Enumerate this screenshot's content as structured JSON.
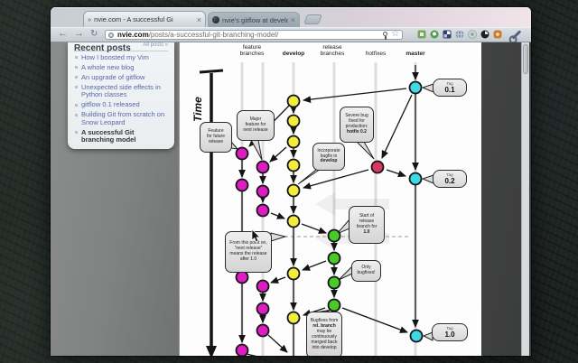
{
  "window": {
    "tabs": [
      {
        "prefix": "»",
        "title": "nvie.com - A successful Gi",
        "close": "×"
      },
      {
        "title": "nvie's gitflow at develop ·",
        "close": "×"
      }
    ],
    "toolbar": {
      "back": "←",
      "forward": "→",
      "reload": "↻",
      "star": "☆",
      "url": {
        "domain": "nvie.com",
        "path": "/posts/a-successful-git-branching-model/"
      },
      "extension_icons": [
        {
          "name": "extension-green-page",
          "color": "#76a656"
        },
        {
          "name": "extension-green-chat",
          "color": "#4d9e4d"
        },
        {
          "name": "extension-blue-grid",
          "color": "#31436b"
        },
        {
          "name": "extension-globe",
          "color": "#7f96aa"
        },
        {
          "name": "extension-grey-circle",
          "color": "#cbd4d9"
        },
        {
          "name": "extension-black-swirl",
          "color": "#1f1f1f"
        },
        {
          "name": "extension-orange",
          "color": "#cf7a28"
        }
      ]
    }
  },
  "sidebar": {
    "heading": "Recent posts",
    "all_posts_link": "All posts »",
    "items": [
      "How I boosted my Vim",
      "A whole new blog",
      "An upgrade of gitflow",
      "Unexpected side effects in Python classes",
      "gitflow 0.1 released",
      "Building Git from scratch on Snow Leopard",
      "A successful Git branching model"
    ],
    "active_item": "A successful Git branching model"
  },
  "diagram": {
    "time_label": "Time",
    "columns": {
      "feature": {
        "line1": "feature",
        "line2": "branches"
      },
      "develop": "develop",
      "release": {
        "line1": "release",
        "line2": "branches"
      },
      "hotfixes": "hotfixes",
      "master": "master"
    },
    "colors": {
      "feature": "#de1cc2",
      "develop": "#f2ec3e",
      "release": "#49cb26",
      "hotfix": "#d8375f",
      "master": "#3fd9e6"
    },
    "bubbles": {
      "feature_future": {
        "lines": [
          "Feature",
          "for future",
          "release"
        ]
      },
      "major_feature": {
        "lines": [
          "Major",
          "feature for",
          "next release"
        ]
      },
      "severe_bug": {
        "lines": [
          "Severe bug",
          "fixed for",
          "production:",
          "hotfix 0.2"
        ]
      },
      "incorporate": {
        "lines": [
          "Incorporate",
          "bugfix in",
          "develop"
        ]
      },
      "release_start": {
        "lines": [
          "Start of",
          "release",
          "branch for",
          "1.0"
        ]
      },
      "only_bugfixes": {
        "lines": [
          "Only",
          "bugfixes!"
        ]
      },
      "from_this_point": {
        "lines": [
          "From this point on,",
          "“next release”",
          "means the release",
          "after 1.0"
        ]
      },
      "bugfixes_merged": {
        "lines": [
          "Bugfixes from",
          "rel. branch",
          "may be",
          "continuously",
          "merged back",
          "into develop"
        ]
      }
    },
    "tags": [
      {
        "label": "Tag",
        "version": "0.1"
      },
      {
        "label": "Tag",
        "version": "0.2"
      },
      {
        "label": "Tag",
        "version": "1.0"
      }
    ]
  }
}
